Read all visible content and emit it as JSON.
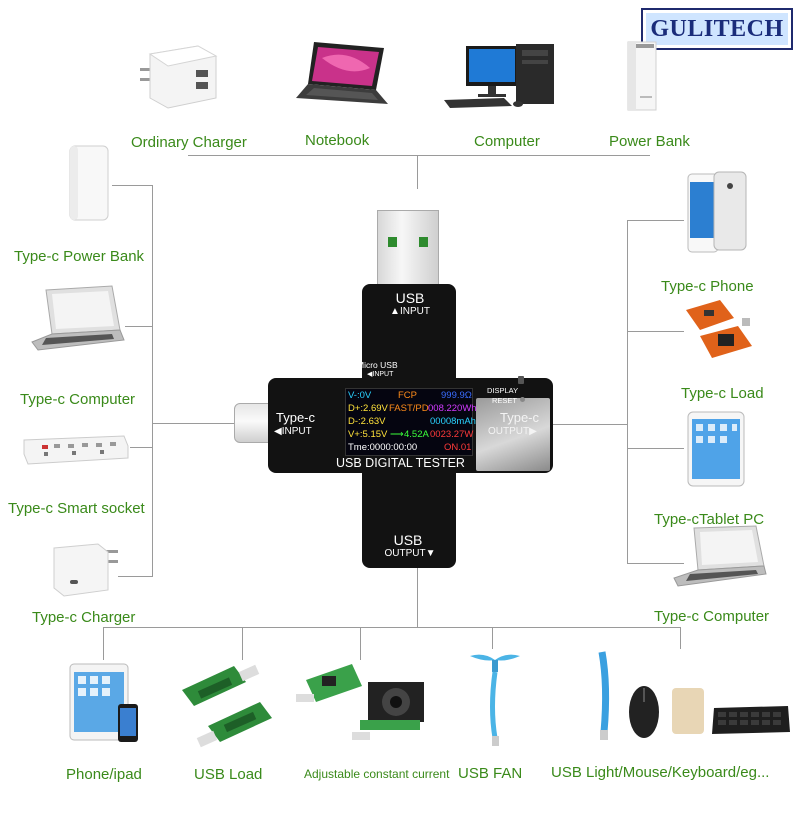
{
  "brand": "GULITECH",
  "labels": {
    "ordinary_charger": "Ordinary Charger",
    "notebook": "Notebook",
    "computer": "Computer",
    "power_bank": "Power Bank",
    "typec_power_bank": "Type-c Power Bank",
    "typec_computer_left": "Type-c Computer",
    "typec_smart_socket": "Type-c Smart socket",
    "typec_charger": "Type-c Charger",
    "typec_phone": "Type-c Phone",
    "typec_load": "Type-c Load",
    "typec_tablet": "Type-cTablet PC",
    "typec_computer_right": "Type-c Computer",
    "phone_ipad": "Phone/ipad",
    "usb_load": "USB Load",
    "adjustable_current": "Adjustable constant current",
    "usb_fan": "USB FAN",
    "usb_light": "USB Light/Mouse/Keyboard/eg..."
  },
  "device": {
    "top_port": "USB",
    "top_port_sub": "INPUT",
    "micro_usb": "Micro USB",
    "micro_usb_sub": "INPUT",
    "left_port": "Type-c",
    "left_port_sub": "INPUT",
    "right_port": "Type-c",
    "right_port_sub": "OUTPUT",
    "bottom_port": "USB",
    "bottom_port_sub": "OUTPUT",
    "display_btn": "DISPLAY",
    "reset_btn": "RESET",
    "title": "USB DIGITAL TESTER",
    "screen": {
      "r1a": "V-:0V",
      "r1b": "FCP",
      "r1c": "999.9Ω",
      "r2a": "D+:2.69V",
      "r2b": "FAST/PD",
      "r2c": "008.220Wh",
      "r3a": "D-:2.63V",
      "r3c": "00008mAh",
      "r4a": "V+:5.15V",
      "r4b": "4.52A",
      "r4c": "0023.27W",
      "r5a": "Tme:0000:00:00",
      "r5c": "ON.01"
    }
  },
  "colors": {
    "label_green": "#3a8a1a",
    "connector_line": "#9a9a9a",
    "brand_navy": "#1a2c7a",
    "brand_bg": "#cfe5ff",
    "device_body": "#111111"
  }
}
